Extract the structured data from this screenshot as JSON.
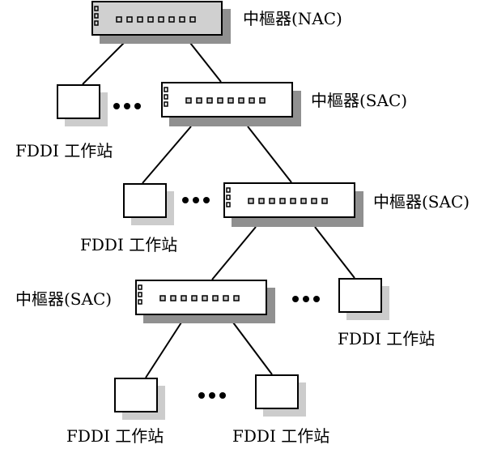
{
  "diagram": {
    "colors": {
      "nac_fill": "#d0d0d0",
      "hub_fill": "#ffffff",
      "hub_shadow": "#909090",
      "station_shadow": "#cccccc",
      "port_fill": "#c8c8c8",
      "line": "#000000"
    },
    "nodes": {
      "nac": {
        "label": "中樞器(NAC)",
        "type": "hub",
        "ports": 8
      },
      "sac1": {
        "label": "中樞器(SAC)",
        "type": "hub",
        "ports": 8
      },
      "sac2": {
        "label": "中樞器(SAC)",
        "type": "hub",
        "ports": 8
      },
      "sac3": {
        "label": "中樞器(SAC)",
        "type": "hub",
        "ports": 8
      },
      "station1": {
        "label": "FDDI 工作站",
        "type": "station"
      },
      "station2": {
        "label": "FDDI 工作站",
        "type": "station"
      },
      "station3": {
        "label": "FDDI 工作站",
        "type": "station"
      },
      "station4": {
        "label": "FDDI 工作站",
        "type": "station"
      },
      "station5": {
        "label": "FDDI 工作站",
        "type": "station"
      }
    },
    "edges": [
      {
        "from": "nac",
        "to": "station1"
      },
      {
        "from": "nac",
        "to": "sac1"
      },
      {
        "from": "sac1",
        "to": "station2"
      },
      {
        "from": "sac1",
        "to": "sac2"
      },
      {
        "from": "sac2",
        "to": "sac3"
      },
      {
        "from": "sac2",
        "to": "station3"
      },
      {
        "from": "sac3",
        "to": "station4"
      },
      {
        "from": "sac3",
        "to": "station5"
      }
    ],
    "ellipsis_marker": "•••"
  }
}
